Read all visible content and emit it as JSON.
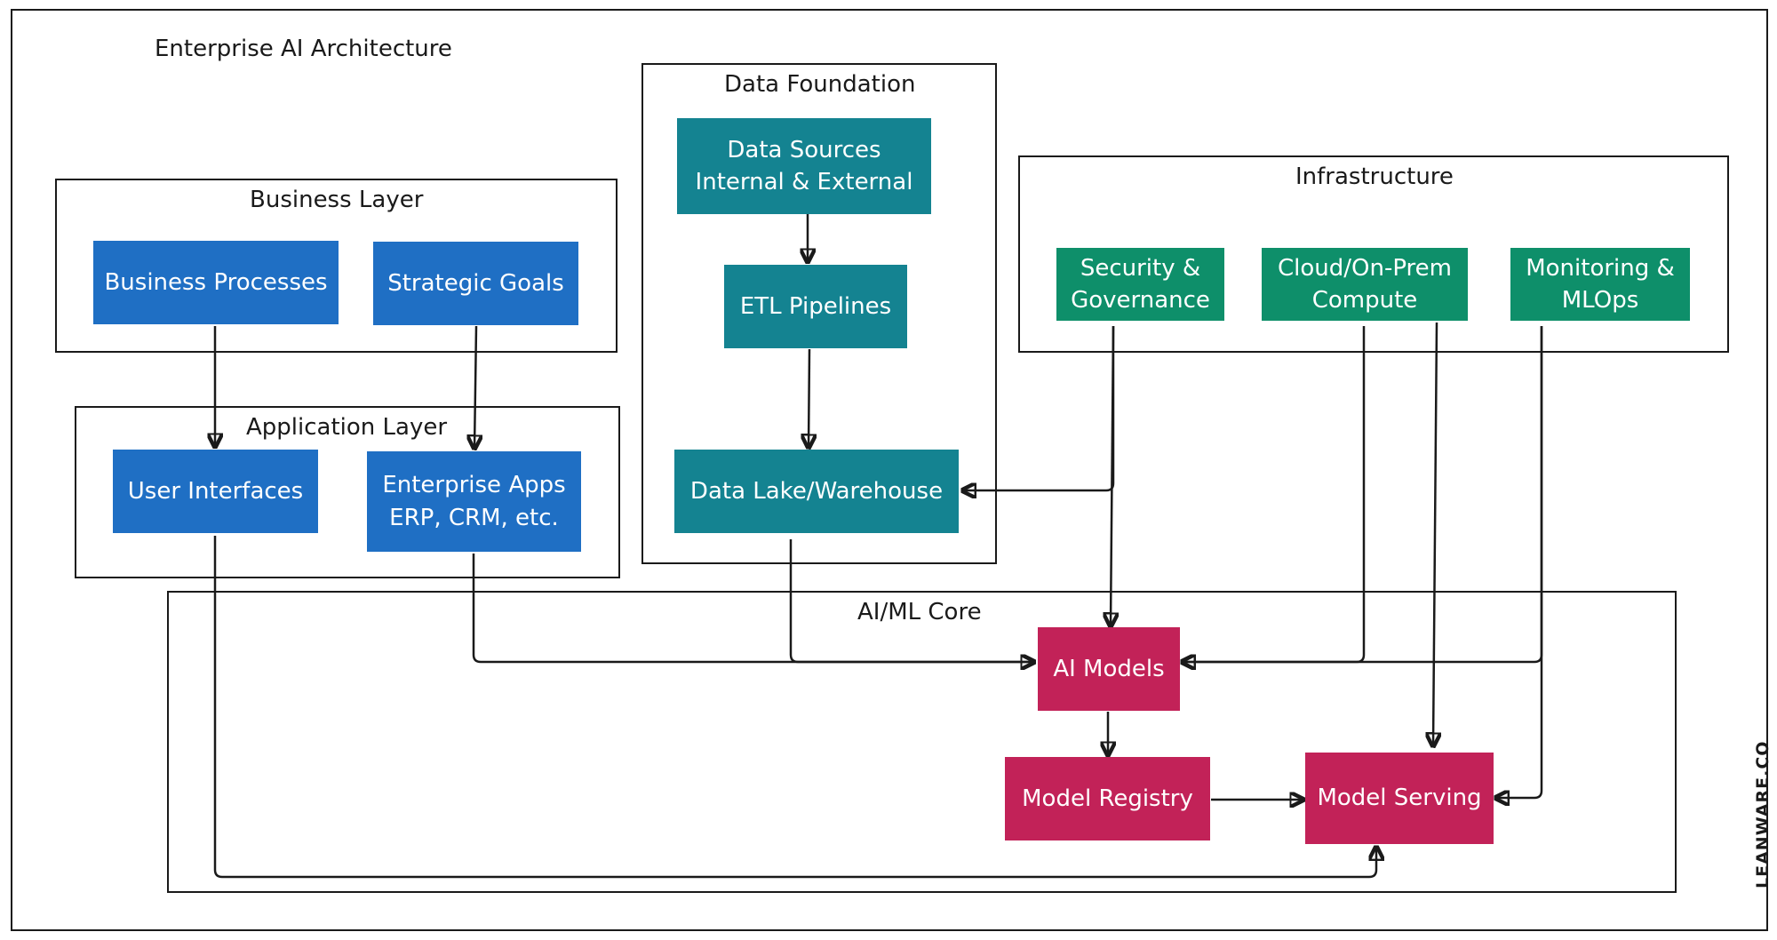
{
  "diagram": {
    "title": "Enterprise AI Architecture",
    "watermark": "LEANWARE.CO",
    "colors": {
      "business": "#1f6fc4",
      "data": "#148391",
      "infrastructure": "#0e8f6a",
      "ai_core": "#c22258",
      "lines": "#1a1a1a"
    },
    "groups": {
      "data_foundation": "Data Foundation",
      "business_layer": "Business Layer",
      "infrastructure": "Infrastructure",
      "application_layer": "Application Layer",
      "ai_ml_core": "AI/ML Core"
    },
    "nodes": {
      "data_sources": "Data Sources\nInternal & External",
      "etl_pipelines": "ETL Pipelines",
      "data_lake": "Data Lake/Warehouse",
      "business_processes": "Business Processes",
      "strategic_goals": "Strategic Goals",
      "user_interfaces": "User Interfaces",
      "enterprise_apps": "Enterprise Apps\nERP, CRM, etc.",
      "security": "Security &\nGovernance",
      "cloud_compute": "Cloud/On-Prem\nCompute",
      "monitoring": "Monitoring &\nMLOps",
      "ai_models": "AI Models",
      "model_registry": "Model Registry",
      "model_serving": "Model Serving"
    },
    "edges": [
      {
        "from": "Data Sources",
        "to": "ETL Pipelines"
      },
      {
        "from": "ETL Pipelines",
        "to": "Data Lake/Warehouse"
      },
      {
        "from": "Business Processes",
        "to": "User Interfaces"
      },
      {
        "from": "Strategic Goals",
        "to": "Enterprise Apps"
      },
      {
        "from": "Security & Governance",
        "to": "Data Lake/Warehouse"
      },
      {
        "from": "Security & Governance",
        "to": "AI Models"
      },
      {
        "from": "Cloud/On-Prem Compute",
        "to": "AI Models"
      },
      {
        "from": "Cloud/On-Prem Compute",
        "to": "Model Serving"
      },
      {
        "from": "Monitoring & MLOps",
        "to": "AI Models"
      },
      {
        "from": "Monitoring & MLOps",
        "to": "Model Serving"
      },
      {
        "from": "Enterprise Apps",
        "to": "AI Models"
      },
      {
        "from": "Data Lake/Warehouse",
        "to": "AI Models"
      },
      {
        "from": "AI Models",
        "to": "Model Registry"
      },
      {
        "from": "Model Registry",
        "to": "Model Serving"
      },
      {
        "from": "User Interfaces",
        "to": "Model Serving"
      }
    ]
  }
}
